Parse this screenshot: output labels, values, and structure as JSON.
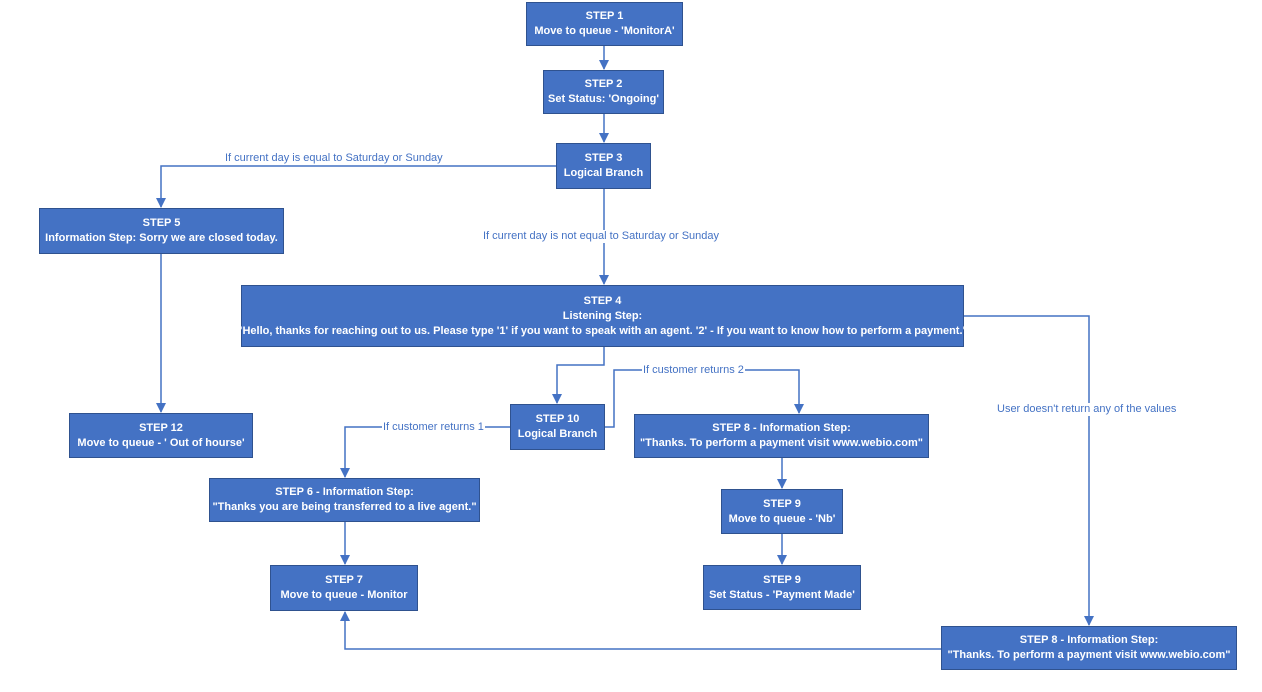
{
  "nodes": {
    "step1": {
      "title": "STEP 1",
      "lines": [
        "Move to queue - 'MonitorA'"
      ]
    },
    "step2": {
      "title": "STEP 2",
      "lines": [
        "Set Status: 'Ongoing'"
      ]
    },
    "step3": {
      "title": "STEP 3",
      "lines": [
        "Logical Branch"
      ]
    },
    "step5": {
      "title": "STEP 5",
      "lines": [
        "Information Step: Sorry we are closed today."
      ]
    },
    "step4": {
      "title": "STEP 4",
      "lines": [
        "Listening Step:",
        "\"Hello, thanks for reaching out to us. Please type '1' if you want to speak with an agent. '2' - If you want to know how to perform a payment.\""
      ]
    },
    "step12": {
      "title": "STEP 12",
      "lines": [
        "Move to queue - ' Out of hourse'"
      ]
    },
    "step10": {
      "title": "STEP 10",
      "lines": [
        "Logical Branch"
      ]
    },
    "step8a": {
      "title": "STEP 8 - Information Step:",
      "lines": [
        "\"Thanks. To perform a payment visit www.webio.com\""
      ]
    },
    "step6": {
      "title": "STEP 6 - Information Step:",
      "lines": [
        "\"Thanks you are being transferred to a live agent.\""
      ]
    },
    "step9a": {
      "title": "STEP 9",
      "lines": [
        "Move to queue - 'Nb'"
      ]
    },
    "step7": {
      "title": "STEP 7",
      "lines": [
        "Move to queue - Monitor"
      ]
    },
    "step9b": {
      "title": "STEP 9",
      "lines": [
        "Set Status - 'Payment Made'"
      ]
    },
    "step8b": {
      "title": "STEP 8 - Information Step:",
      "lines": [
        "\"Thanks. To perform a payment visit www.webio.com\""
      ]
    }
  },
  "edge_labels": {
    "weekend": "If current day is equal to Saturday or Sunday",
    "weekday": "If current day is not equal to Saturday or Sunday",
    "returns1": "If customer returns 1",
    "returns2": "If customer returns 2",
    "no_value": "User doesn't return any of the values"
  },
  "colors": {
    "node_fill": "#4472c4",
    "node_border": "#2f528f",
    "edge": "#4472c4",
    "node_text": "#ffffff"
  }
}
